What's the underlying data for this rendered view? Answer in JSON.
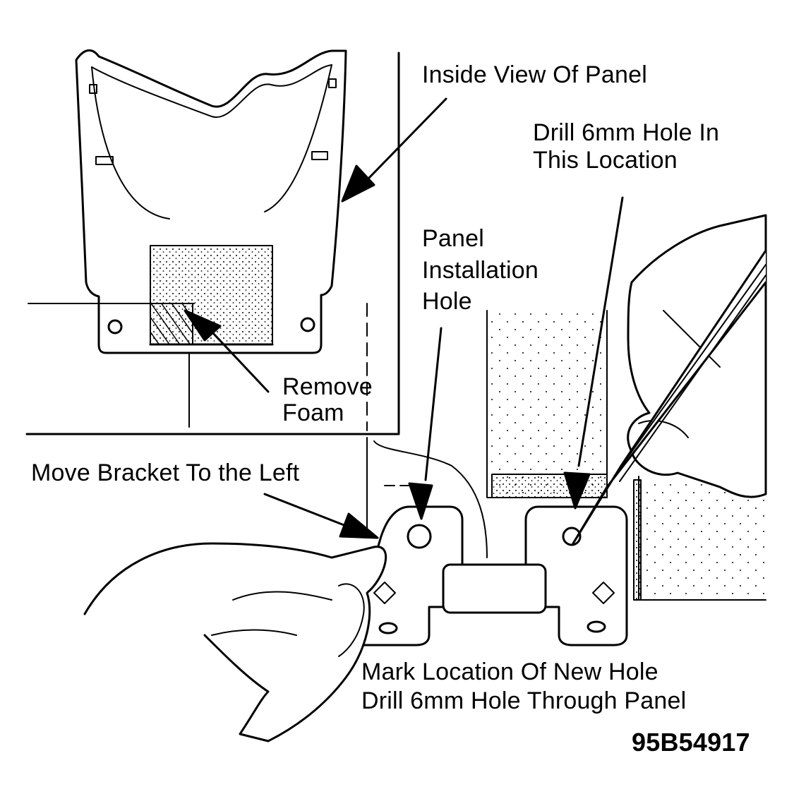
{
  "figure": {
    "code": "95B54917",
    "ink_color": "#000000",
    "paper_color": "#ffffff"
  },
  "callouts": {
    "inside_view": "Inside View Of Panel",
    "drill_location": [
      "Drill 6mm Hole In",
      "This Location"
    ],
    "installation_hole": [
      "Panel",
      "Installation",
      "Hole"
    ],
    "remove_foam": [
      "Remove",
      "Foam"
    ],
    "move_bracket": "Move Bracket To the Left",
    "mark_location": [
      "Mark Location Of New Hole",
      "Drill 6mm Hole Through Panel"
    ]
  }
}
